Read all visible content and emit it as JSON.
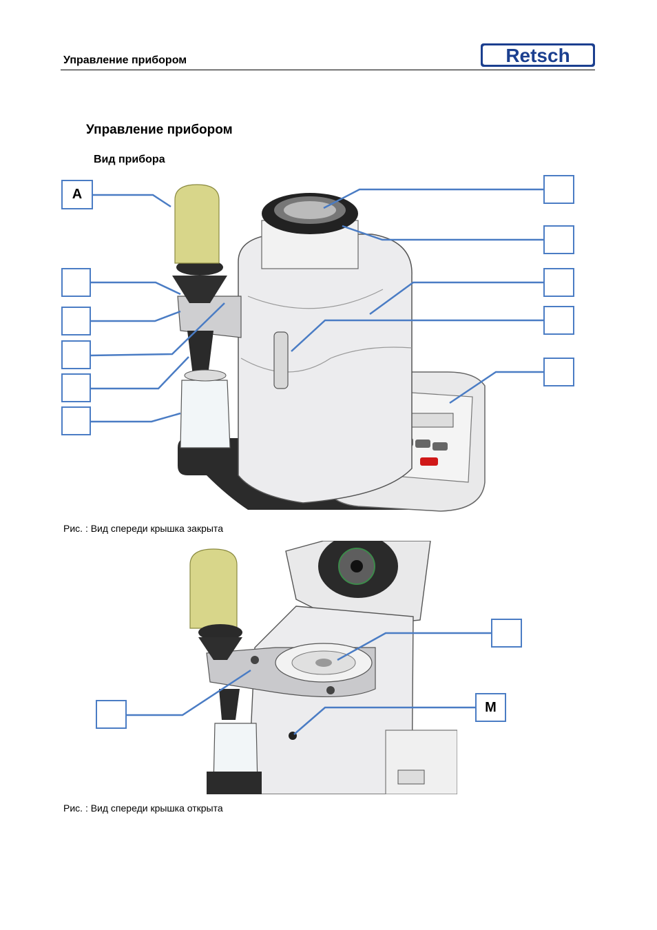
{
  "header": {
    "title": "Управление прибором",
    "brand": "Retsch"
  },
  "section": {
    "title": "Управление прибором",
    "subtitle": "Вид прибора"
  },
  "figure1": {
    "caption": "Рис.   : Вид спереди    крышка закрыта",
    "callouts": [
      "A",
      "",
      "",
      "",
      "",
      "",
      "",
      "",
      "",
      "",
      ""
    ]
  },
  "figure2": {
    "caption": "Рис.   : Вид спереди    крышка открыта",
    "callouts": [
      "",
      "M",
      ""
    ]
  },
  "colors": {
    "callout_border": "#4a7cc4",
    "start_button": "#2a9a3a",
    "stop_button": "#d01818"
  }
}
